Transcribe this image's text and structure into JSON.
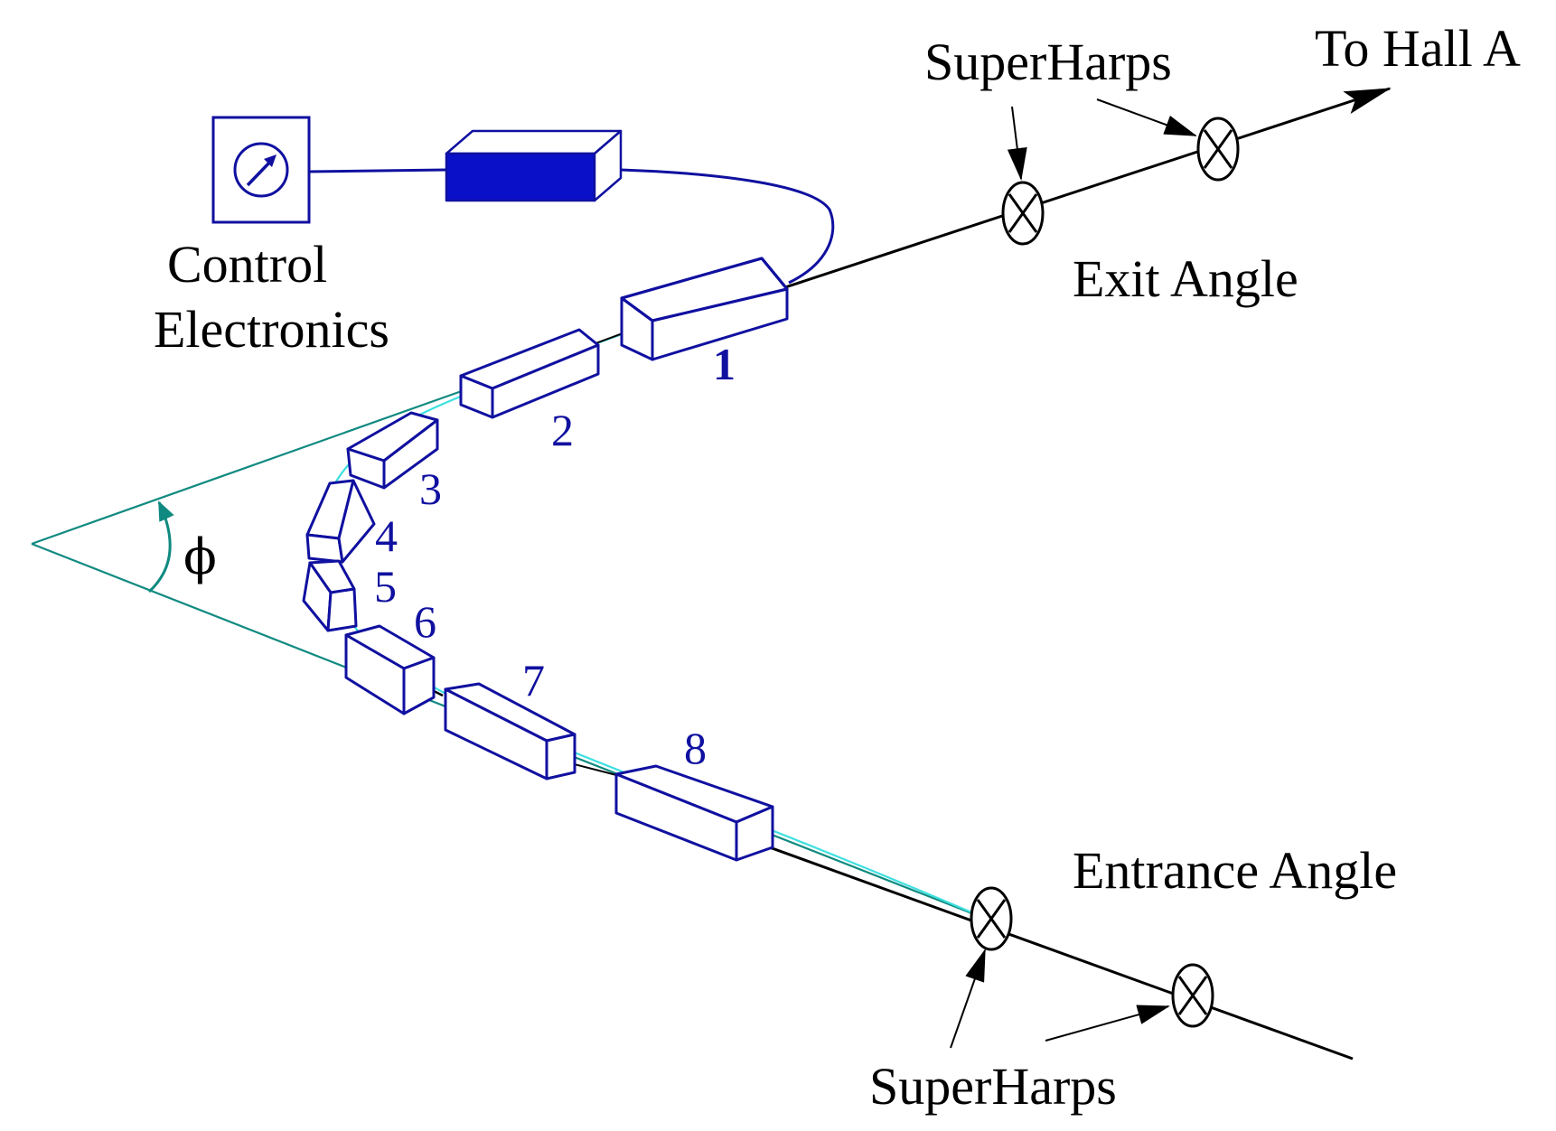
{
  "labels": {
    "control_line1": "Control",
    "control_line2": "Electronics",
    "superharps_top": "SuperHarps",
    "superharps_bottom": "SuperHarps",
    "to_hall": "To Hall A",
    "exit_angle": "Exit Angle",
    "entrance_angle": "Entrance Angle",
    "phi": "ϕ"
  },
  "magnets": [
    {
      "number": "1"
    },
    {
      "number": "2"
    },
    {
      "number": "3"
    },
    {
      "number": "4"
    },
    {
      "number": "5"
    },
    {
      "number": "6"
    },
    {
      "number": "7"
    },
    {
      "number": "8"
    }
  ],
  "colors": {
    "magnet": "#1010a0",
    "beam_path": "#3ee0e0",
    "angle_lines": "#108a80",
    "beamline": "#000000",
    "label": "#000000",
    "number": "#1010a0"
  },
  "icons": {
    "control_box": "gauge-arrow-icon",
    "harp": "crossed-circle-icon"
  }
}
